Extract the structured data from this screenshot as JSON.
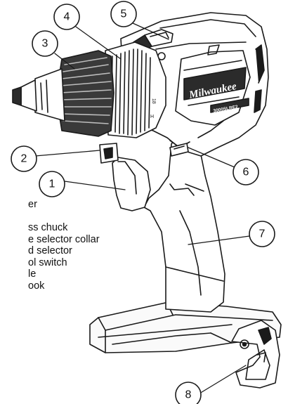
{
  "legend": {
    "items": [
      "er",
      "",
      "ss chuck",
      "e selector collar",
      "d selector",
      "ol switch",
      "le",
      "ook"
    ]
  },
  "callouts": [
    "1",
    "2",
    "3",
    "4",
    "5",
    "6",
    "7",
    "8"
  ],
  "brand": {
    "logo_text": "Milwaukee",
    "model_text": "3000SLRE2"
  },
  "collar_marks": {
    "top": "18",
    "bottom": "H"
  }
}
